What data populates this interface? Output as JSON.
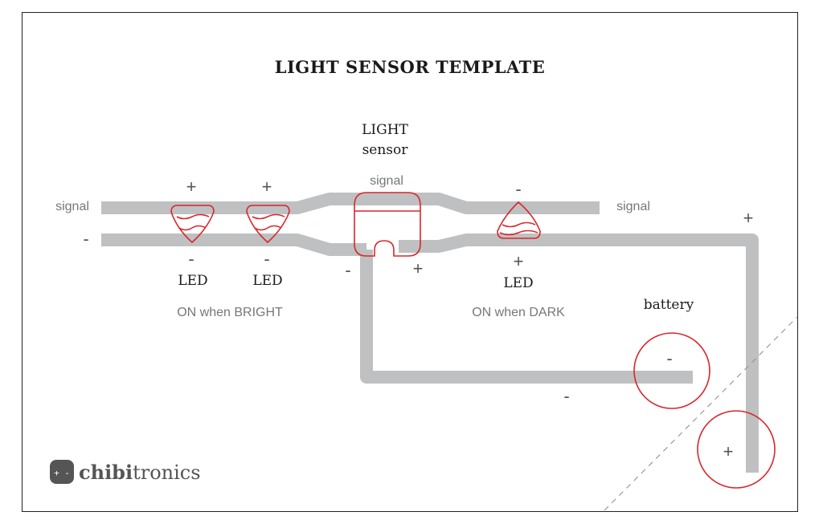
{
  "title": "LIGHT SENSOR TEMPLATE",
  "sensor": {
    "line1": "LIGHT",
    "line2": "sensor",
    "pin_top": "signal",
    "pin_minus": "-",
    "pin_plus": "+"
  },
  "rail_labels": {
    "signal_left": "signal",
    "signal_right": "signal",
    "minus_left": "-",
    "plus_right": "+"
  },
  "leds": [
    {
      "top": "+",
      "bottom": "-",
      "label": "LED"
    },
    {
      "top": "+",
      "bottom": "-",
      "label": "LED"
    },
    {
      "top": "-",
      "bottom": "+",
      "label": "LED"
    }
  ],
  "groups": {
    "bright": "ON when BRIGHT",
    "dark": "ON when DARK"
  },
  "battery": {
    "label": "battery",
    "minus": "-",
    "plus": "+",
    "trace_minus": "-"
  },
  "brand": {
    "name_bold": "chibi",
    "name_rest": "tronics",
    "logo_face": "+ -"
  },
  "colors": {
    "trace": "#bfc0c2",
    "outline": "#d9262b",
    "text": "#1a1a1a"
  }
}
